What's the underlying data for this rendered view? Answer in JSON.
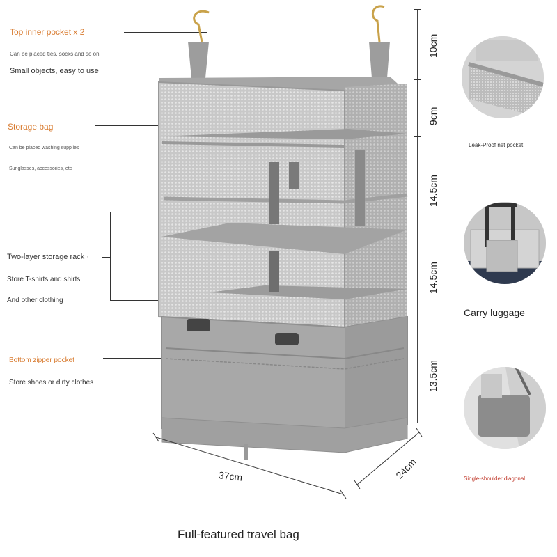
{
  "callouts": {
    "top_pocket": {
      "title": "Top inner pocket x 2",
      "line1": "Can be placed ties, socks and so on",
      "line2": "Small objects, easy to use"
    },
    "storage_bag": {
      "title": "Storage bag",
      "line1": "Can be placed washing supplies",
      "line2": "Sunglasses, accessories, etc"
    },
    "rack": {
      "title": "Two-layer storage rack ·",
      "line1": "Store T-shirts and shirts",
      "line2": "And other clothing"
    },
    "bottom_pocket": {
      "title": "Bottom zipper pocket",
      "line1": "Store shoes or dirty clothes"
    }
  },
  "dimensions": {
    "h1": "10cm",
    "h2": "9cm",
    "h3": "14.5cm",
    "h4": "14.5cm",
    "h5": "13.5cm",
    "width": "37cm",
    "depth": "24cm"
  },
  "features": {
    "net_pocket": "Leak-Proof net pocket",
    "carry": "Carry luggage",
    "shoulder": "Single-shoulder diagonal"
  },
  "caption": "Full-featured travel bag",
  "colors": {
    "accent": "#d87a2e",
    "bag_gray": "#a9a9a9",
    "mesh_gray": "#bdbdbd"
  }
}
